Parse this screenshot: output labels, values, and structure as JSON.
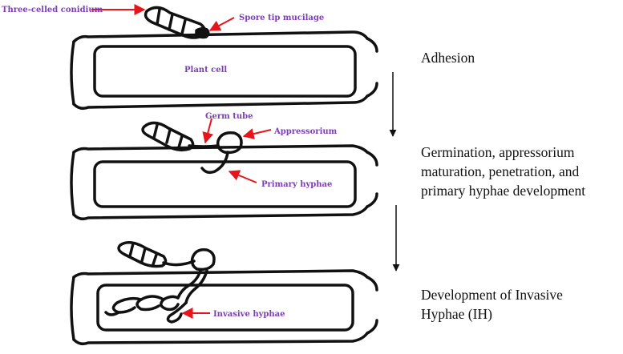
{
  "colors": {
    "label": "#7a3fb0",
    "arrow": "#e8141b",
    "ink": "#111111"
  },
  "labels": {
    "three_celled_conidium": "Three-celled conidium",
    "spore_tip_mucilage": "Spore tip mucilage",
    "plant_cell": "Plant cell",
    "germ_tube": "Germ tube",
    "appressorium": "Appressorium",
    "primary_hyphae": "Primary hyphae",
    "invasive_hyphae": "Invasive hyphae"
  },
  "stages": [
    {
      "lines": [
        "Adhesion"
      ]
    },
    {
      "lines": [
        "Germination, appressorium",
        "maturation, penetration, and",
        "primary hyphae development"
      ]
    },
    {
      "lines": [
        "Development of Invasive",
        "Hyphae (IH)"
      ]
    }
  ]
}
